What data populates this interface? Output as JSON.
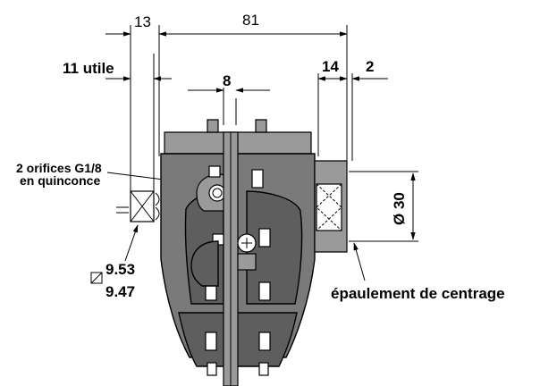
{
  "dimensions": {
    "top_offset": "13",
    "overall_width": "81",
    "useful_length": "11 utile",
    "stem": "8",
    "right_step": "14",
    "right_small": "2",
    "centering_diameter": "Ø 30",
    "square_max": "9.53",
    "square_min": "9.47"
  },
  "labels": {
    "ports_line1": "2 orifices G1/8",
    "ports_line2": "en quinconce",
    "shoulder": "épaulement de centrage"
  }
}
